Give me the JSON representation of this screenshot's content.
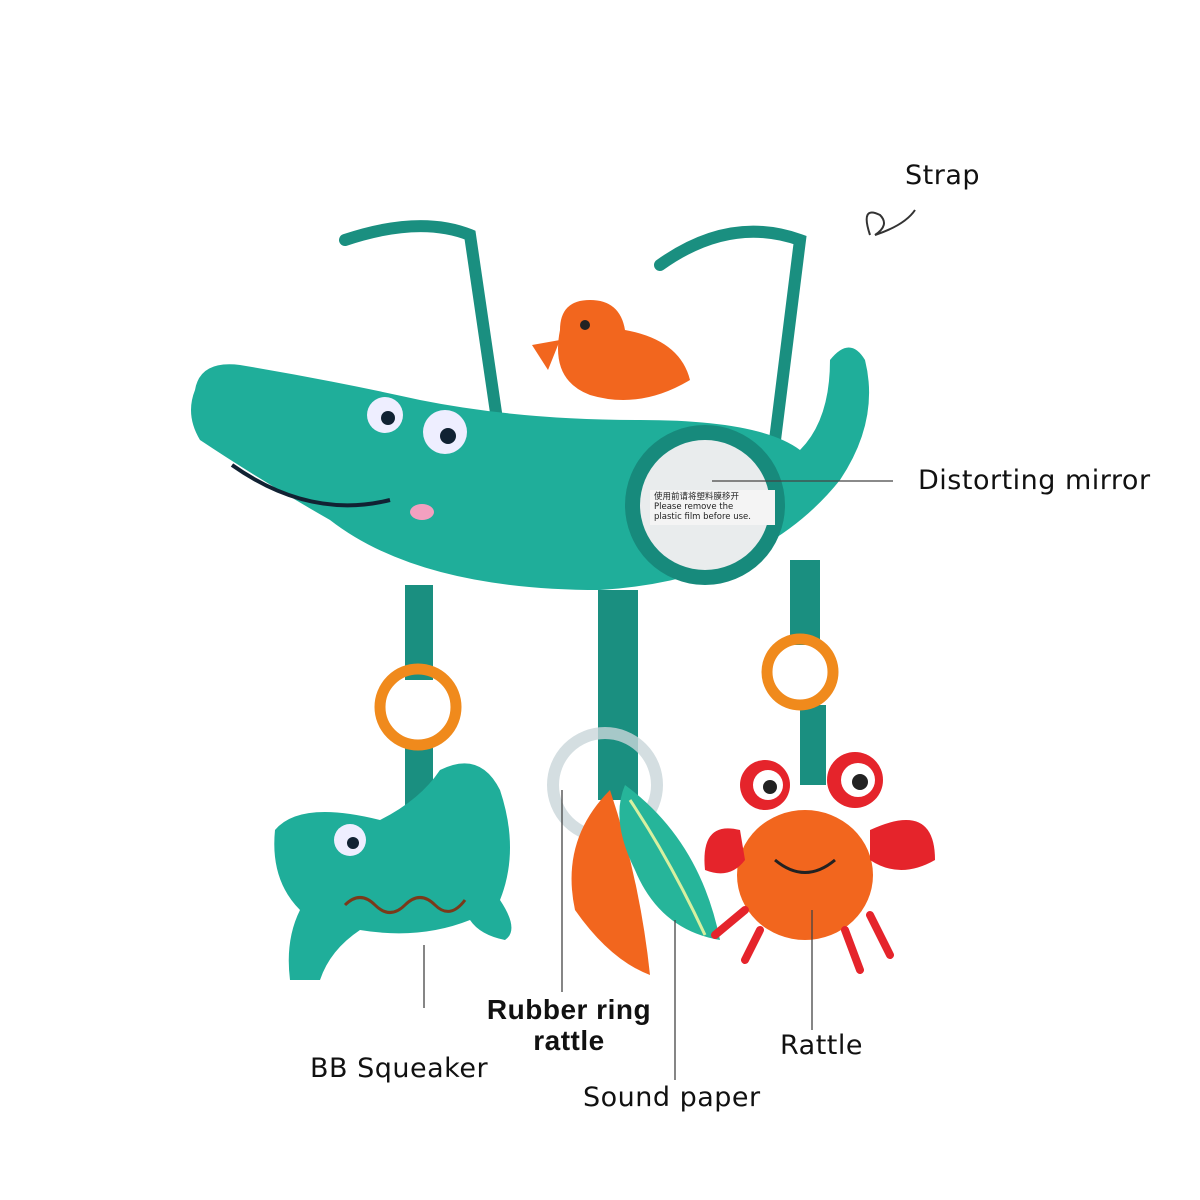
{
  "labels": {
    "strap": "Strap",
    "mirror": "Distorting mirror",
    "rubber_ring_line1": "Rubber ring",
    "rubber_ring_line2": "rattle",
    "bb_squeaker": "BB Squeaker",
    "sound_paper": "Sound paper",
    "rattle": "Rattle"
  },
  "mirror_sticker": {
    "line1": "使用前请将塑料膜移开",
    "line2": "Please remove the",
    "line3": "plastic film before use."
  },
  "colors": {
    "teal": "#1fae9a",
    "dark_teal": "#15786c",
    "orange": "#f2661e",
    "ring_orange": "#f08a1c",
    "crab_red": "#e5242b"
  }
}
